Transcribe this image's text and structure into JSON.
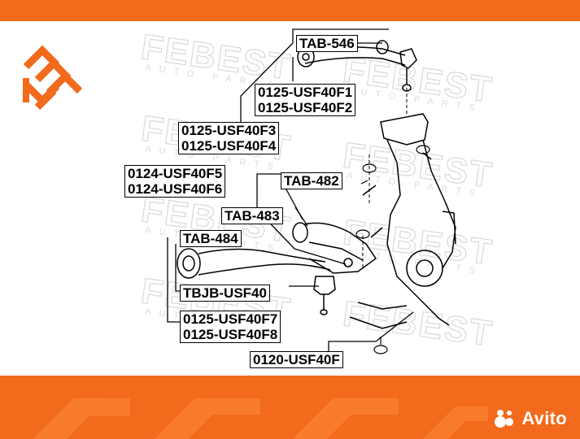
{
  "brand": {
    "accent_color": "#f26a1b",
    "watermark_brand": "FEBEST",
    "watermark_sub": "AUTO PARTS",
    "marketplace": "Avito"
  },
  "labels": {
    "tab_546": "TAB-546",
    "usf40f1": "0125-USF40F1",
    "usf40f2": "0125-USF40F2",
    "usf40f3": "0125-USF40F3",
    "usf40f4": "0125-USF40F4",
    "usf40f5": "0124-USF40F5",
    "usf40f6": "0124-USF40F6",
    "tab_482": "TAB-482",
    "tab_483": "TAB-483",
    "tab_484": "TAB-484",
    "tbjb": "TBJB-USF40",
    "usf40f7": "0125-USF40F7",
    "usf40f8": "0125-USF40F8",
    "usf40f": "0120-USF40F"
  }
}
